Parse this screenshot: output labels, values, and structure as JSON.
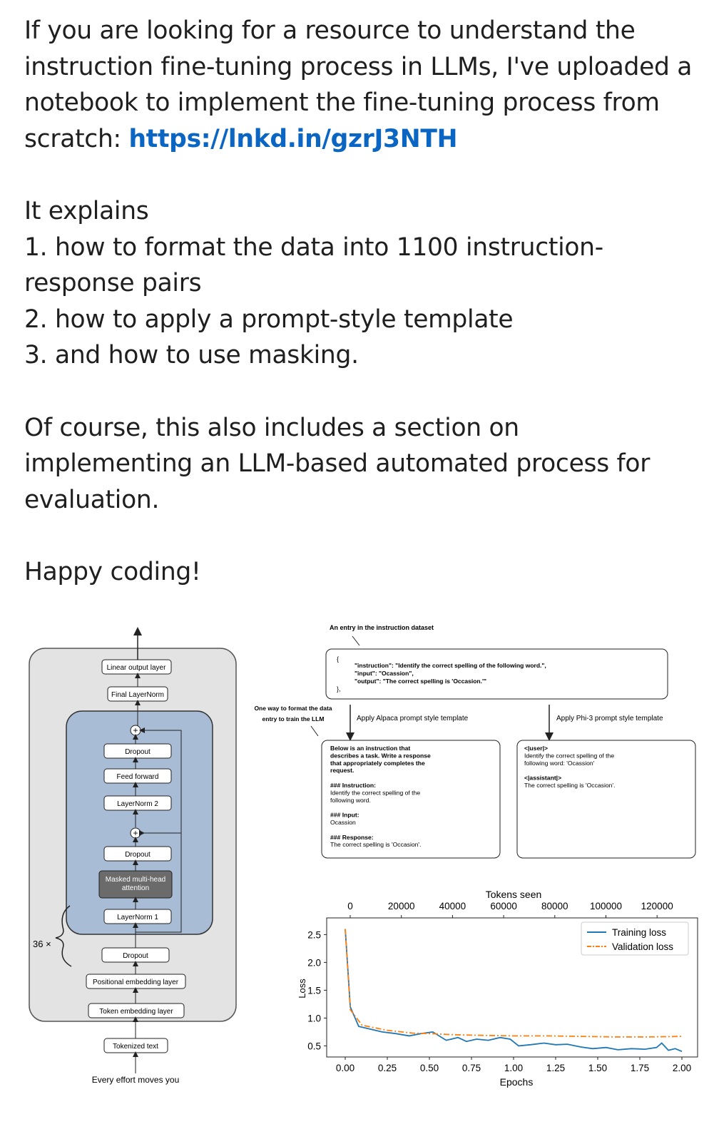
{
  "post": {
    "intro": "If you are looking for a resource to understand the instruction fine-tuning process in LLMs, I've uploaded a notebook to implement the fine-tuning process from scratch: ",
    "link": "https://lnkd.in/gzrJ3NTH",
    "explains_title": "It explains",
    "list": [
      "1. how to format the data into 1100 instruction-response pairs",
      "2. how to apply a prompt-style template",
      "3. and how to use masking."
    ],
    "evaluation": "Of course, this also includes a section on implementing an LLM-based automated process for evaluation.",
    "signoff": "Happy coding!"
  },
  "architecture": {
    "repeat_label": "36 ×",
    "outer_blocks": [
      "Linear output layer",
      "Final LayerNorm"
    ],
    "inner_blocks": [
      "Dropout",
      "Feed forward",
      "LayerNorm 2",
      "Dropout",
      "Masked multi-head attention",
      "LayerNorm 1"
    ],
    "bottom_blocks": [
      "Dropout",
      "Positional embedding layer",
      "Token embedding layer",
      "Tokenized text"
    ],
    "caption": "Every effort moves you",
    "add_symbol": "+"
  },
  "dataset": {
    "entry_caption": "An entry in the instruction dataset",
    "json_open": "{",
    "json_close": "},",
    "json_lines": [
      "\"instruction\": \"Identify the correct spelling of the following word.\",",
      "\"input\": \"Ocassion\",",
      "\"output\": \"The correct spelling is 'Occasion.'\""
    ],
    "side_note": [
      "One way to format the data",
      "entry to train the LLM"
    ],
    "alpaca_label": "Apply Alpaca prompt style template",
    "phi3_label": "Apply Phi-3 prompt style template",
    "alpaca_lines": [
      "Below is an instruction that",
      "describes a task. Write a response",
      "that appropriately completes the",
      "request.",
      "",
      "### Instruction:",
      "Identify the correct spelling of the",
      "following word.",
      "",
      "### Input:",
      "Ocassion",
      "",
      "### Response:",
      "The correct spelling is 'Occasion'."
    ],
    "phi3_lines": [
      "<|user|>",
      "Identify the correct spelling of the",
      "following word: 'Ocassion'",
      "",
      "<|assistant|>",
      "The correct spelling is 'Occasion'."
    ]
  },
  "chart_data": {
    "type": "line",
    "xlabel": "Epochs",
    "x2label": "Tokens seen",
    "ylabel": "Loss",
    "xlim": [
      0,
      2.0
    ],
    "ylim": [
      0.3,
      2.8
    ],
    "xticks": [
      "0.00",
      "0.25",
      "0.50",
      "0.75",
      "1.00",
      "1.25",
      "1.50",
      "1.75",
      "2.00"
    ],
    "x2ticks": [
      "0",
      "20000",
      "40000",
      "60000",
      "80000",
      "100000",
      "120000"
    ],
    "yticks": [
      "0.5",
      "1.0",
      "1.5",
      "2.0",
      "2.5"
    ],
    "legend_position": "top-right",
    "series": [
      {
        "name": "Training loss",
        "color": "#1f77b4",
        "dash": "solid",
        "points": [
          [
            0.0,
            2.6
          ],
          [
            0.03,
            1.2
          ],
          [
            0.08,
            0.85
          ],
          [
            0.15,
            0.8
          ],
          [
            0.22,
            0.75
          ],
          [
            0.3,
            0.72
          ],
          [
            0.38,
            0.68
          ],
          [
            0.45,
            0.72
          ],
          [
            0.52,
            0.75
          ],
          [
            0.6,
            0.6
          ],
          [
            0.67,
            0.65
          ],
          [
            0.72,
            0.58
          ],
          [
            0.78,
            0.62
          ],
          [
            0.85,
            0.6
          ],
          [
            0.92,
            0.65
          ],
          [
            0.98,
            0.62
          ],
          [
            1.03,
            0.5
          ],
          [
            1.1,
            0.52
          ],
          [
            1.18,
            0.55
          ],
          [
            1.25,
            0.52
          ],
          [
            1.32,
            0.53
          ],
          [
            1.4,
            0.48
          ],
          [
            1.47,
            0.45
          ],
          [
            1.55,
            0.47
          ],
          [
            1.62,
            0.43
          ],
          [
            1.7,
            0.45
          ],
          [
            1.78,
            0.44
          ],
          [
            1.85,
            0.47
          ],
          [
            1.88,
            0.55
          ],
          [
            1.92,
            0.42
          ],
          [
            1.96,
            0.45
          ],
          [
            2.0,
            0.4
          ]
        ]
      },
      {
        "name": "Validation loss",
        "color": "#ff7f0e",
        "dash": "dashdot",
        "points": [
          [
            0.0,
            2.6
          ],
          [
            0.03,
            1.15
          ],
          [
            0.1,
            0.87
          ],
          [
            0.25,
            0.78
          ],
          [
            0.4,
            0.73
          ],
          [
            0.5,
            0.72
          ],
          [
            0.65,
            0.7
          ],
          [
            0.8,
            0.69
          ],
          [
            1.0,
            0.68
          ],
          [
            1.2,
            0.68
          ],
          [
            1.4,
            0.67
          ],
          [
            1.6,
            0.66
          ],
          [
            1.8,
            0.66
          ],
          [
            2.0,
            0.67
          ]
        ]
      }
    ]
  }
}
